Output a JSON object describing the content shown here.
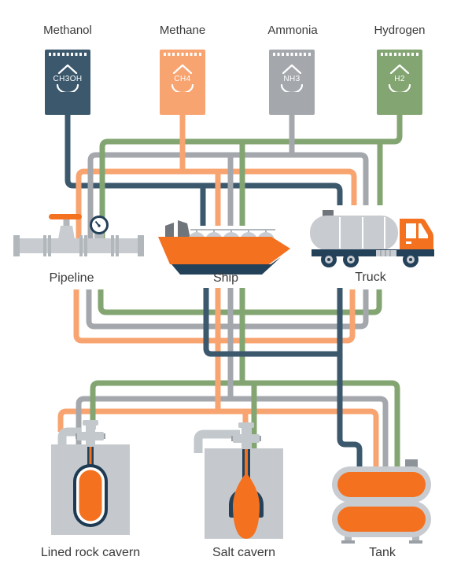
{
  "sources": [
    {
      "id": "methanol",
      "label": "Methanol",
      "formula": "CH3OH",
      "color": "#3b586d"
    },
    {
      "id": "methane",
      "label": "Methane",
      "formula": "CH4",
      "color": "#f8a471"
    },
    {
      "id": "ammonia",
      "label": "Ammonia",
      "formula": "NH3",
      "color": "#a4a8ad"
    },
    {
      "id": "hydrogen",
      "label": "Hydrogen",
      "formula": "H2",
      "color": "#83a572"
    }
  ],
  "transports": [
    {
      "id": "pipeline",
      "label": "Pipeline"
    },
    {
      "id": "ship",
      "label": "Ship"
    },
    {
      "id": "truck",
      "label": "Truck"
    }
  ],
  "storages": [
    {
      "id": "lined-rock-cavern",
      "label": "Lined rock cavern"
    },
    {
      "id": "salt-cavern",
      "label": "Salt cavern"
    },
    {
      "id": "tank",
      "label": "Tank"
    }
  ],
  "connections": {
    "to_transports": {
      "pipeline": [
        "methane",
        "ammonia",
        "hydrogen"
      ],
      "ship": [
        "methanol",
        "methane",
        "ammonia",
        "hydrogen"
      ],
      "truck": [
        "methanol",
        "methane",
        "ammonia",
        "hydrogen"
      ]
    },
    "to_storages": {
      "lined-rock-cavern": [
        "methane",
        "ammonia",
        "hydrogen"
      ],
      "salt-cavern": [
        "methane",
        "hydrogen"
      ],
      "tank": [
        "methanol",
        "methane",
        "ammonia",
        "hydrogen"
      ]
    }
  },
  "colors": {
    "methanol_line": "#3b586d",
    "methane_line": "#f8a471",
    "ammonia_line": "#a4a8ad",
    "hydrogen_line": "#83a572",
    "accent_orange": "#f4711f",
    "dark_navy": "#24415a",
    "icon_light_gray": "#c8ccd0",
    "icon_mid_gray": "#b2b7bc",
    "label_text": "#3a3a3a"
  }
}
